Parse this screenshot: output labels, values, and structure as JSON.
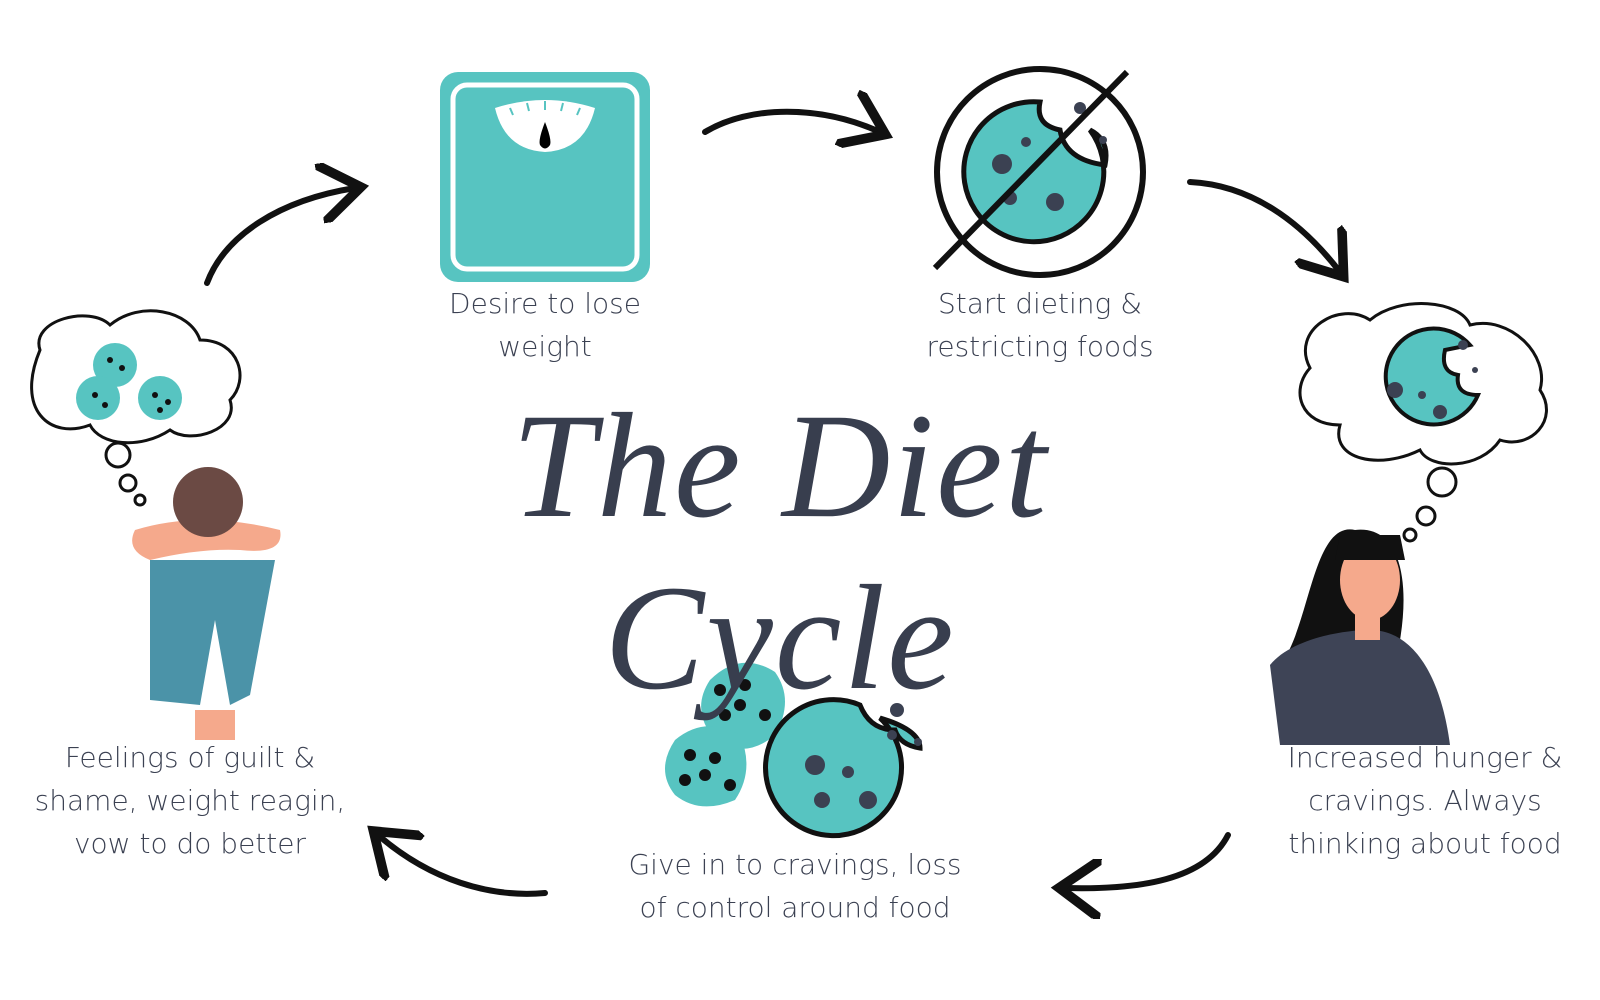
{
  "title": "The Diet Cycle",
  "colors": {
    "teal": "#57c4c1",
    "text": "#3b4152",
    "arrow": "#111111",
    "skin": "#f5a98c",
    "hair_brown": "#6b4a44",
    "jeans": "#4b93a8",
    "sweater": "#3e4456"
  },
  "steps": [
    {
      "label_line1": "Desire to lose",
      "label_line2": "weight",
      "icon": "scale-icon"
    },
    {
      "label_line1": "Start dieting &",
      "label_line2": "restricting foods",
      "icon": "no-cookie-icon"
    },
    {
      "label_line1": "Increased hunger &",
      "label_line2": "cravings. Always",
      "label_line3": "thinking about food",
      "icon": "woman-thinking-cookie-icon"
    },
    {
      "label_line1": "Give in to cravings, loss",
      "label_line2": "of control around food",
      "icon": "cookies-icon"
    },
    {
      "label_line1": "Feelings of guilt &",
      "label_line2": "shame, weight reagin,",
      "label_line3": "vow to do better",
      "icon": "sad-person-thinking-cookies-icon"
    }
  ]
}
